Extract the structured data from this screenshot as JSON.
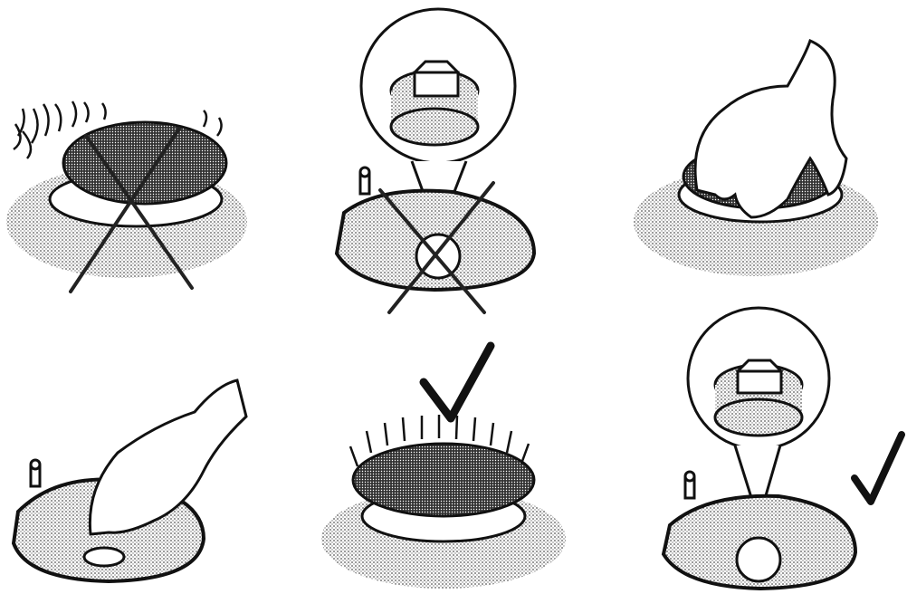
{
  "figure": {
    "panels": [
      {
        "id": "flame-uneven",
        "mark": "cross-mark"
      },
      {
        "id": "injector-blocked",
        "mark": "cross-mark"
      },
      {
        "id": "burner-cap-seat",
        "mark": "none"
      },
      {
        "id": "clean-injector",
        "mark": "none"
      },
      {
        "id": "flame-correct",
        "mark": "check-mark"
      },
      {
        "id": "injector-clean",
        "mark": "check-mark"
      }
    ],
    "colors": {
      "ink": "#111111",
      "stipple": "#8a8a8a",
      "paper": "#ffffff"
    }
  }
}
